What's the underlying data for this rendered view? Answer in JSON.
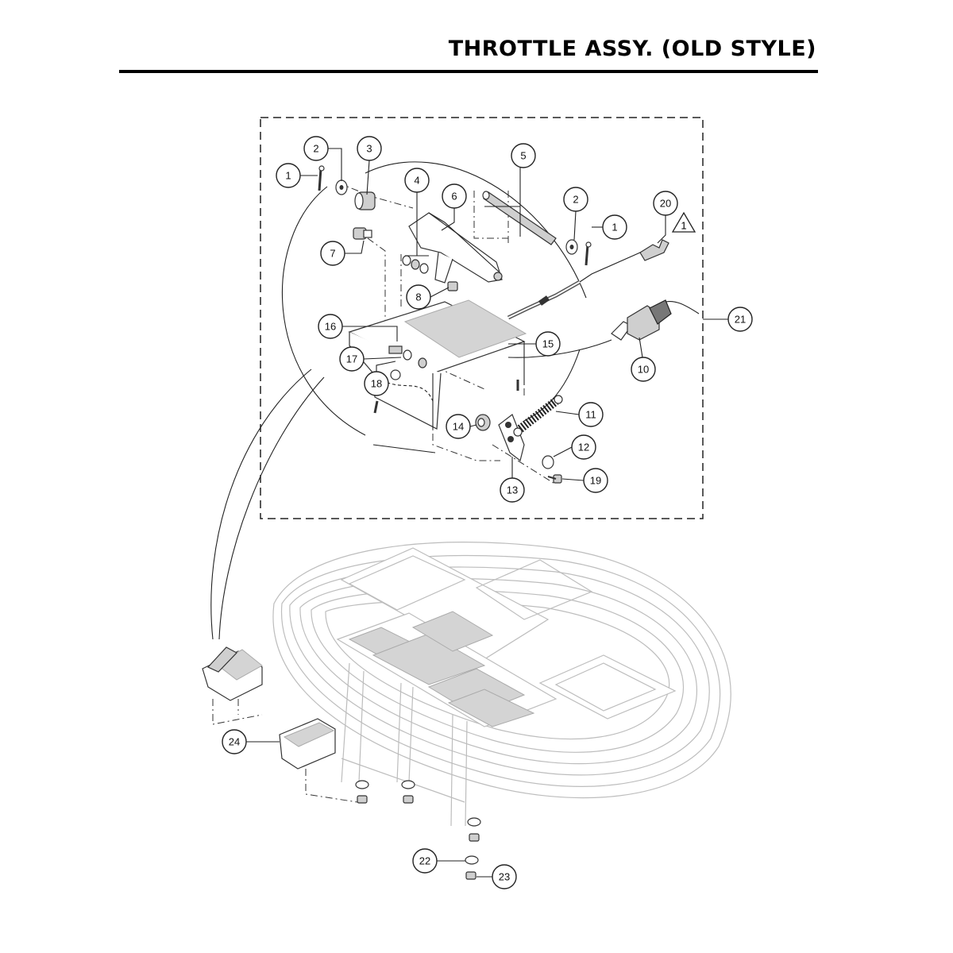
{
  "page": {
    "title": "THROTTLE ASSY. (OLD STYLE)"
  },
  "warning_symbol": {
    "label": "1",
    "icon": "warning-triangle-icon"
  },
  "callouts": [
    {
      "id": "c1a",
      "label": "1"
    },
    {
      "id": "c2a",
      "label": "2"
    },
    {
      "id": "c3",
      "label": "3"
    },
    {
      "id": "c4",
      "label": "4"
    },
    {
      "id": "c5",
      "label": "5"
    },
    {
      "id": "c6",
      "label": "6"
    },
    {
      "id": "c2b",
      "label": "2"
    },
    {
      "id": "c1b",
      "label": "1"
    },
    {
      "id": "c20",
      "label": "20"
    },
    {
      "id": "c7",
      "label": "7"
    },
    {
      "id": "c8",
      "label": "8"
    },
    {
      "id": "c16",
      "label": "16"
    },
    {
      "id": "c15",
      "label": "15"
    },
    {
      "id": "c21",
      "label": "21"
    },
    {
      "id": "c17",
      "label": "17"
    },
    {
      "id": "c18",
      "label": "18"
    },
    {
      "id": "c10",
      "label": "10"
    },
    {
      "id": "c11",
      "label": "11"
    },
    {
      "id": "c14",
      "label": "14"
    },
    {
      "id": "c12",
      "label": "12"
    },
    {
      "id": "c13",
      "label": "13"
    },
    {
      "id": "c19",
      "label": "19"
    },
    {
      "id": "c24",
      "label": "24"
    },
    {
      "id": "c22",
      "label": "22"
    },
    {
      "id": "c23",
      "label": "23"
    }
  ]
}
